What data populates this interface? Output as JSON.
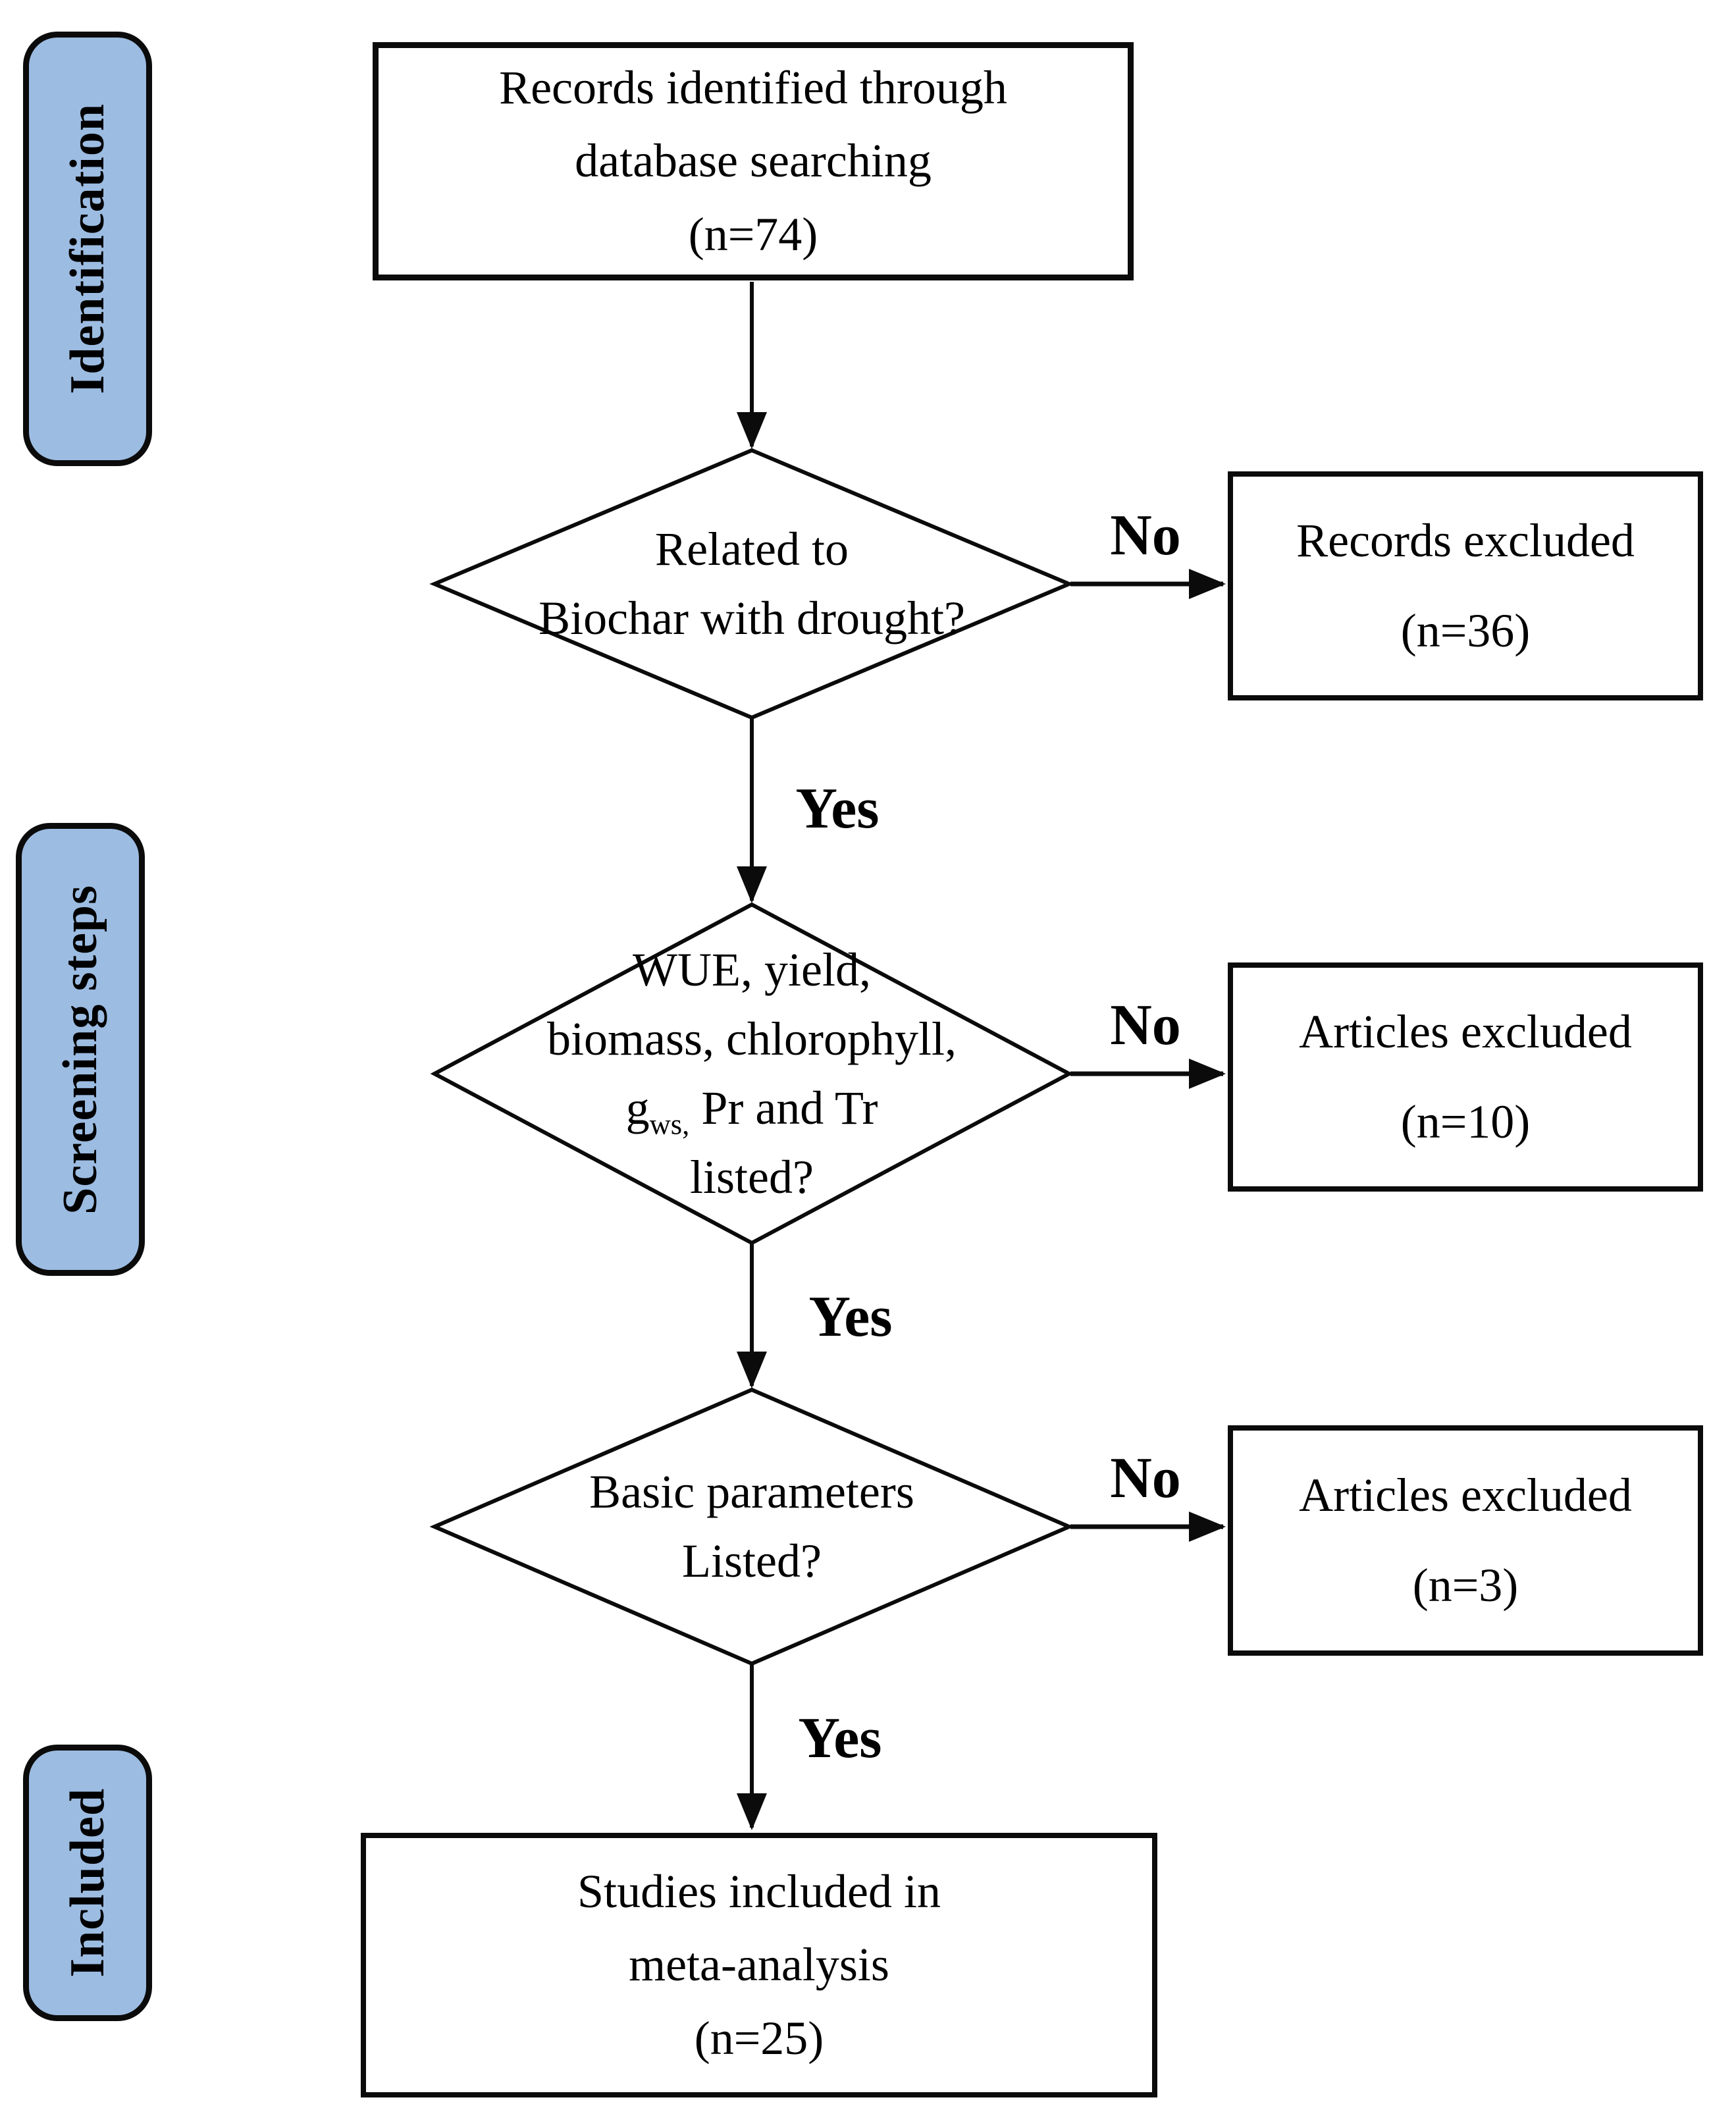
{
  "colors": {
    "stage_fill": "#9CBCE2",
    "border": "#0b0b0b",
    "text": "#000000",
    "background": "#ffffff"
  },
  "stages": [
    {
      "label": "Identification"
    },
    {
      "label": "Screening steps"
    },
    {
      "label": "Included"
    }
  ],
  "boxes": {
    "records_identified": {
      "lines": [
        "Records identified through",
        "database searching",
        "(n=74)"
      ]
    },
    "records_excluded": {
      "lines": [
        "Records excluded",
        "(n=36)"
      ]
    },
    "articles_excluded_1": {
      "lines": [
        "Articles excluded",
        "(n=10)"
      ]
    },
    "articles_excluded_2": {
      "lines": [
        "Articles excluded",
        "(n=3)"
      ]
    },
    "studies_included": {
      "lines": [
        "Studies included in",
        "meta-analysis",
        "(n=25)"
      ]
    }
  },
  "decisions": {
    "related_to_biochar": {
      "lines": [
        "Related to",
        "Biochar with drought?"
      ]
    },
    "parameters_listed": {
      "line1": "WUE, yield,",
      "line2": "biomass, chlorophyll,",
      "line3_pre": "g",
      "line3_sub": "ws,",
      "line3_post": " Pr and Tr",
      "line4": "listed?"
    },
    "basic_parameters": {
      "lines": [
        "Basic parameters",
        "Listed?"
      ]
    }
  },
  "edge_labels": {
    "no1": "No",
    "no2": "No",
    "no3": "No",
    "yes1": "Yes",
    "yes2": "Yes",
    "yes3": "Yes"
  }
}
